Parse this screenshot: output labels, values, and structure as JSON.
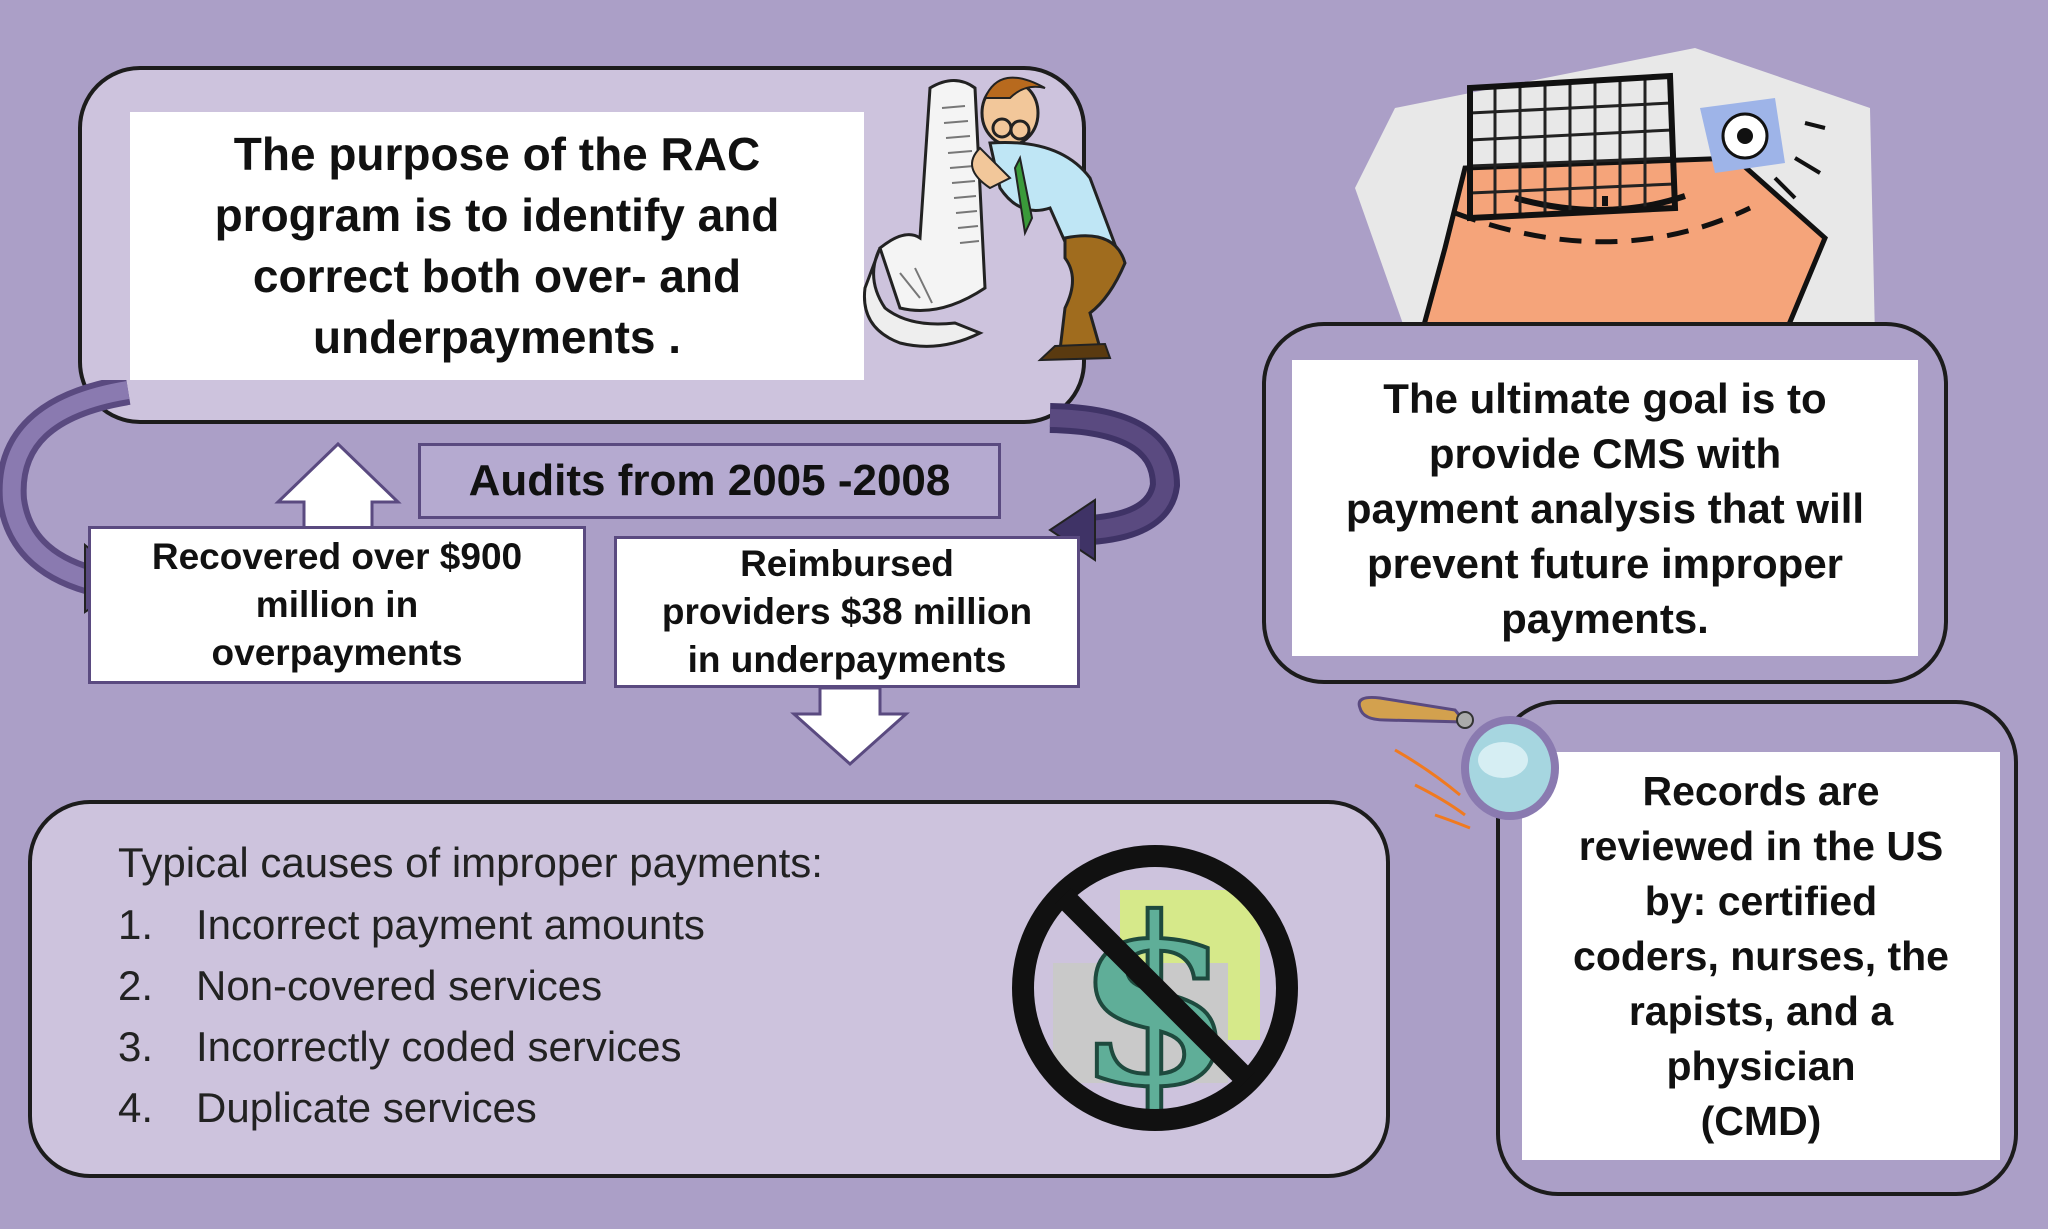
{
  "purpose": {
    "lines": [
      "The purpose of the RAC",
      "program is to identify and",
      "correct both over- and",
      "underpayments ."
    ]
  },
  "audits_label": "Audits from 2005 -2008",
  "recovered": {
    "lines": [
      "Recovered over $900",
      "million in",
      "overpayments"
    ]
  },
  "reimbursed": {
    "lines": [
      "Reimbursed",
      "providers $38 million",
      "in underpayments"
    ]
  },
  "goal": {
    "lines": [
      "The ultimate goal is to",
      "provide CMS with",
      "payment analysis that will",
      "prevent future improper",
      "payments."
    ]
  },
  "records": {
    "lines": [
      "Records are",
      "reviewed in the US",
      "by: certified",
      "coders, nurses, the",
      "rapists, and a",
      "physician",
      "(CMD)"
    ]
  },
  "causes": {
    "title": "Typical causes of improper payments:",
    "items": [
      {
        "num": "1.",
        "text": "Incorrect payment amounts"
      },
      {
        "num": "2.",
        "text": "Non-covered services"
      },
      {
        "num": "3.",
        "text": "Incorrectly coded services"
      },
      {
        "num": "4.",
        "text": "Duplicate services"
      }
    ]
  },
  "colors": {
    "background": "#ab9fc7",
    "panel": "#cdc3dd",
    "arrow": "#5a4a80"
  },
  "icons": [
    "man-reading-scroll-icon",
    "soccer-goal-icon",
    "magnifying-glass-icon",
    "no-money-icon"
  ]
}
